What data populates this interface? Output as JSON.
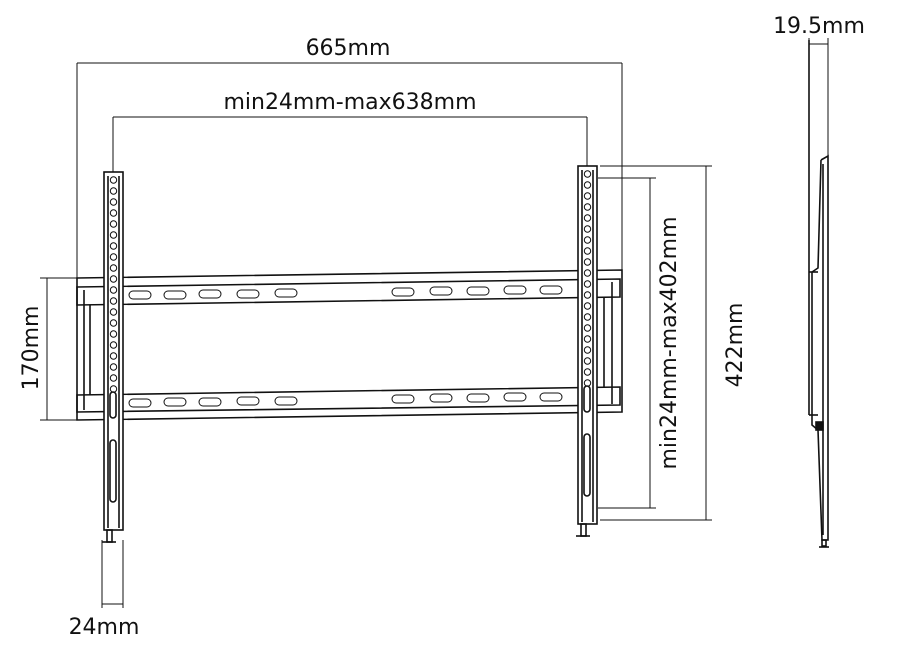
{
  "dimensions": {
    "overall_width": "665mm",
    "vertical_arm_spacing": "min24mm-max638mm",
    "plate_height": "170mm",
    "arm_height": "422mm",
    "vertical_adjust": "min24mm-max402mm",
    "arm_width": "24mm",
    "profile_depth": "19.5mm"
  }
}
